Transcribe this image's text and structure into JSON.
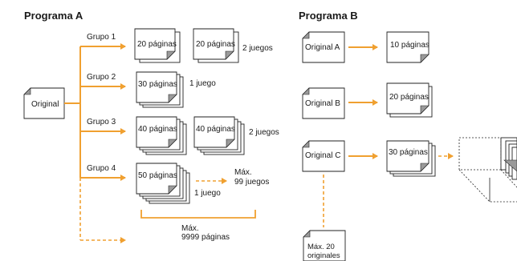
{
  "program_a": {
    "title": "Programa A",
    "original_label": "Original",
    "groups": [
      {
        "label": "Grupo 1",
        "pages": "20 páginas",
        "sets": "2 juegos"
      },
      {
        "label": "Grupo 2",
        "pages": "30 páginas",
        "sets": "1 juego"
      },
      {
        "label": "Grupo 3",
        "pages": "40 páginas",
        "sets": "2 juegos"
      },
      {
        "label": "Grupo 4",
        "pages": "50 páginas",
        "sets": "1 juego"
      }
    ],
    "max_sets": [
      "Máx.",
      "99 juegos"
    ],
    "max_pages": [
      "Máx.",
      "9999 páginas"
    ]
  },
  "program_b": {
    "title": "Programa B",
    "originals": [
      {
        "label": "Original A",
        "pages": "10 páginas"
      },
      {
        "label": "Original B",
        "pages": "20 páginas"
      },
      {
        "label": "Original C",
        "pages": "30 páginas"
      }
    ],
    "max_originals": [
      "Máx. 20",
      "originales"
    ]
  },
  "colors": {
    "arrow": "#F0A030",
    "fold": "#9a9a9a",
    "outline": "#222222"
  }
}
